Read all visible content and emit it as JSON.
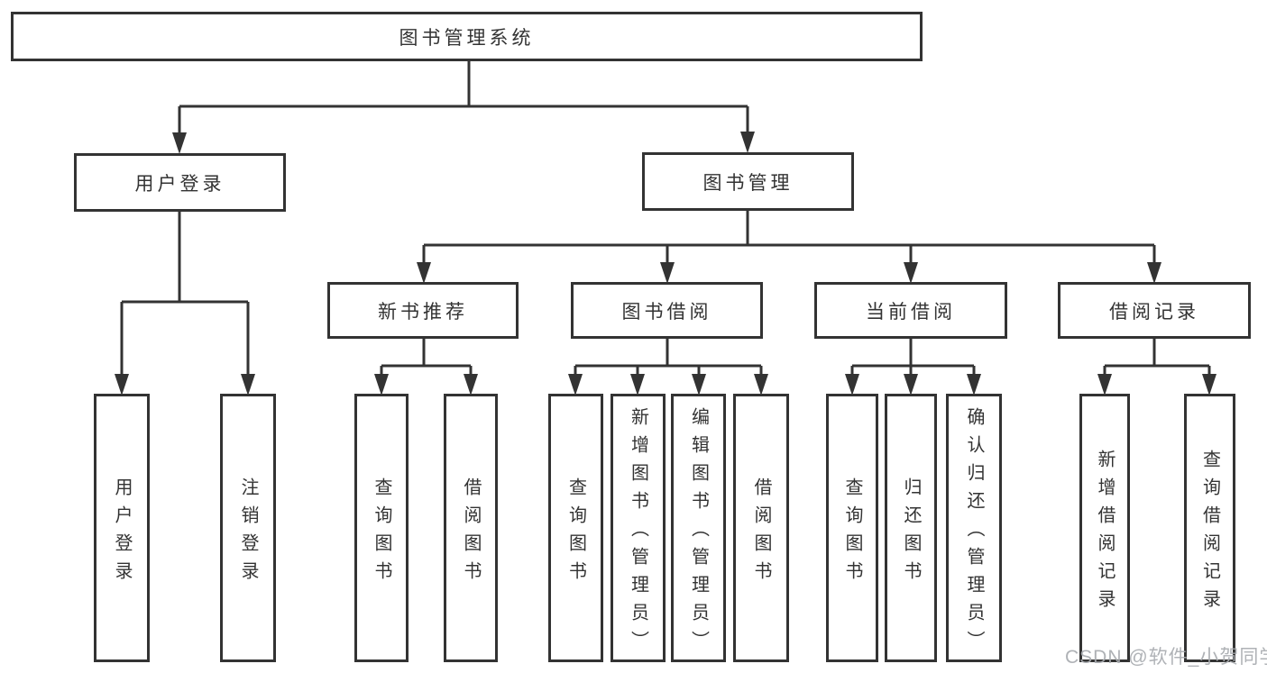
{
  "tree": {
    "root": {
      "label": "图书管理系统"
    },
    "branches": [
      {
        "label": "用户登录",
        "children": [
          {
            "label": "用户登录"
          },
          {
            "label": "注销登录"
          }
        ]
      },
      {
        "label": "图书管理",
        "children": [
          {
            "label": "新书推荐",
            "children": [
              {
                "label": "查询图书"
              },
              {
                "label": "借阅图书"
              }
            ]
          },
          {
            "label": "图书借阅",
            "children": [
              {
                "label": "查询图书"
              },
              {
                "label": "新增图书（管理员）"
              },
              {
                "label": "编辑图书（管理员）"
              },
              {
                "label": "借阅图书"
              }
            ]
          },
          {
            "label": "当前借阅",
            "children": [
              {
                "label": "查询图书"
              },
              {
                "label": "归还图书"
              },
              {
                "label": "确认归还（管理员）"
              }
            ]
          },
          {
            "label": "借阅记录",
            "children": [
              {
                "label": "新增借阅记录"
              },
              {
                "label": "查询借阅记录"
              }
            ]
          }
        ]
      }
    ]
  },
  "watermark": {
    "text": "CSDN @软件_小贺同学"
  },
  "colors": {
    "line": "#333333",
    "text": "#333333",
    "box_background": "#ffffff",
    "watermark": "#a8abb0",
    "background": "#ffffff"
  }
}
